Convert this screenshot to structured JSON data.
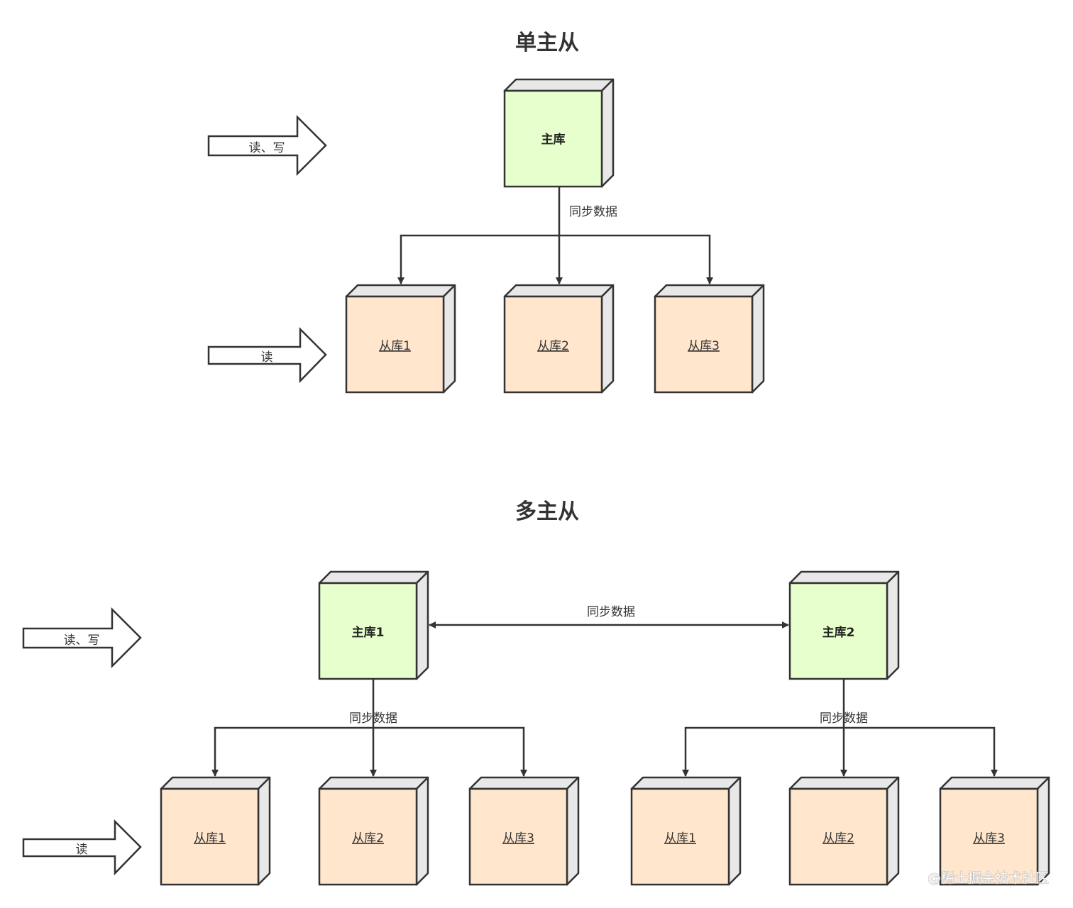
{
  "titles": {
    "single": "单主从",
    "multi": "多主从"
  },
  "single": {
    "master": "主库",
    "sync_label": "同步数据",
    "read_write": "读、写",
    "read": "读",
    "slaves": [
      "从库1",
      "从库2",
      "从库3"
    ]
  },
  "multi": {
    "master1": "主库1",
    "master2": "主库2",
    "sync_between": "同步数据",
    "sync_left": "同步数据",
    "sync_right": "同步数据",
    "read_write": "读、写",
    "read": "读",
    "slaves_left": [
      "从库1",
      "从库2",
      "从库3"
    ],
    "slaves_right": [
      "从库1",
      "从库2",
      "从库3"
    ]
  },
  "watermark": "@稀土掘金技术社区",
  "colors": {
    "master_fill": "#e6ffcc",
    "slave_fill": "#ffe6cc",
    "side_fill": "#e8e8e8",
    "stroke": "#333333"
  }
}
